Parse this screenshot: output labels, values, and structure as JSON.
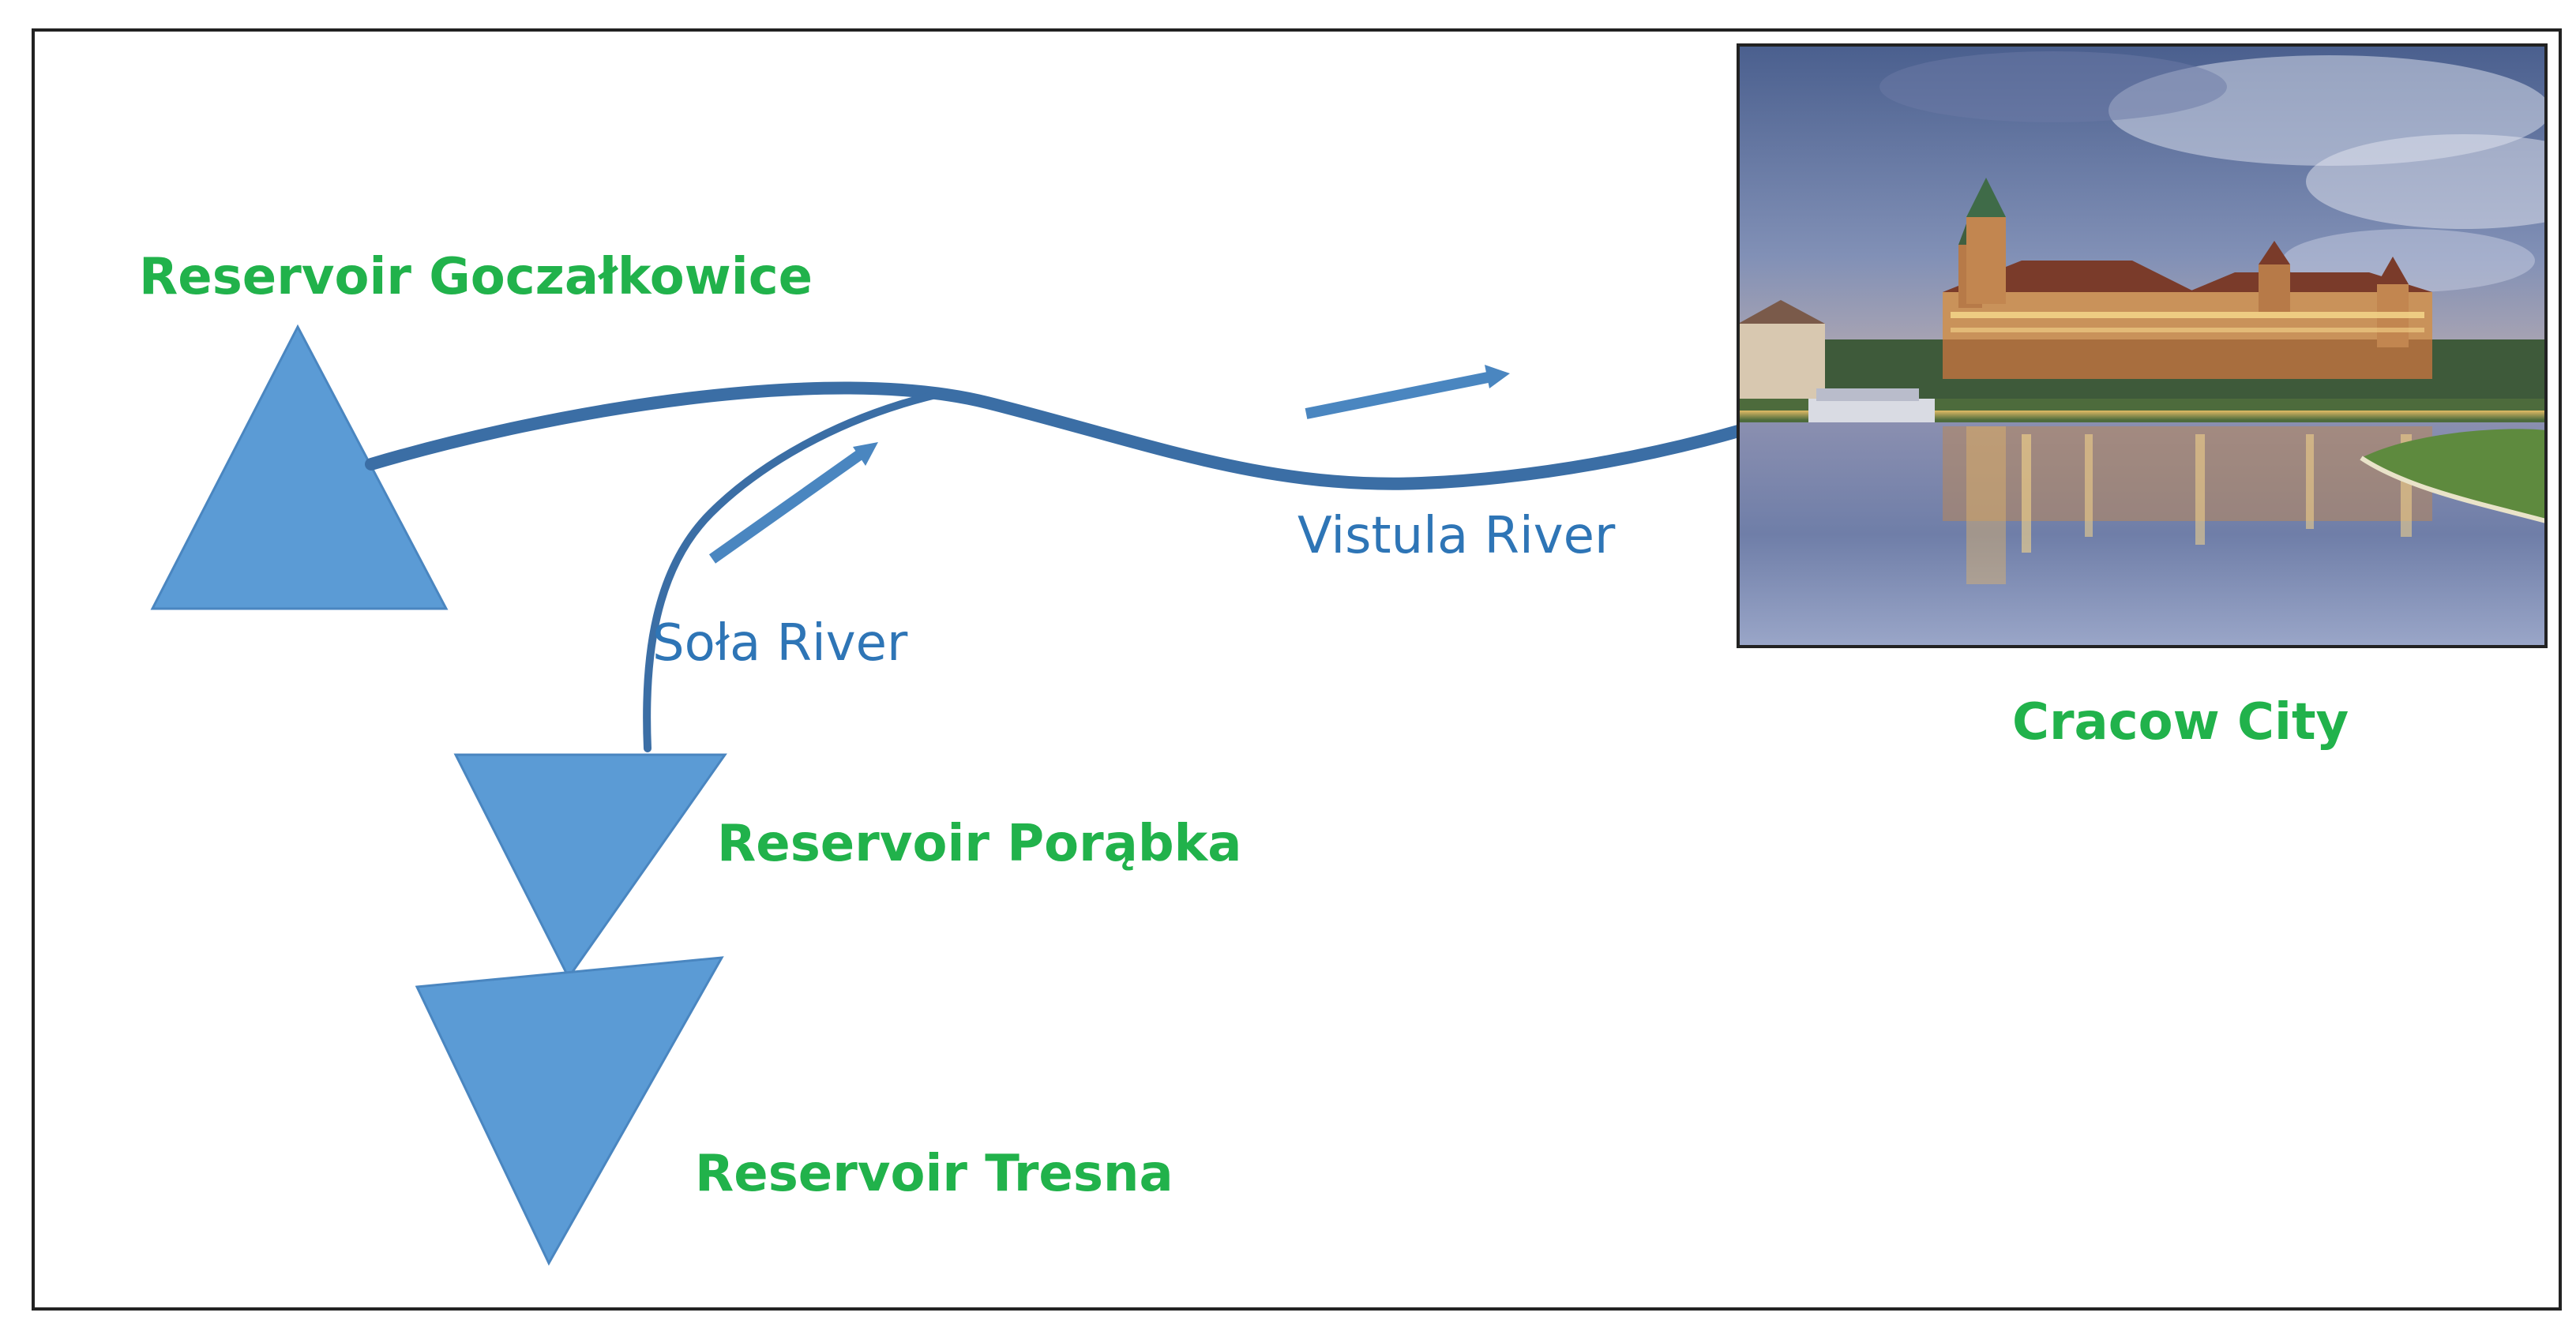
{
  "reservoirs": {
    "goczalkowice": "Reservoir Goczałkowice",
    "porabka": "Reservoir Porąbka",
    "tresna": "Reservoir Tresna"
  },
  "rivers": {
    "sola": "Soła River",
    "vistula": "Vistula River"
  },
  "city": {
    "name": "Cracow City"
  },
  "colors": {
    "reservoir_fill": "#5b9bd5",
    "river_stroke": "#3b6ea5",
    "label_green": "#21b24b",
    "label_blue": "#2e75b6"
  }
}
